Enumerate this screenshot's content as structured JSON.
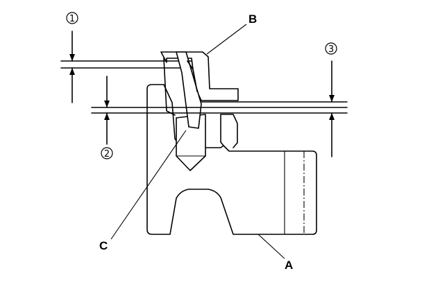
{
  "labels": {
    "a": "A",
    "b": "B",
    "c": "C",
    "dim1": "1",
    "dim2": "2",
    "dim3": "3"
  }
}
